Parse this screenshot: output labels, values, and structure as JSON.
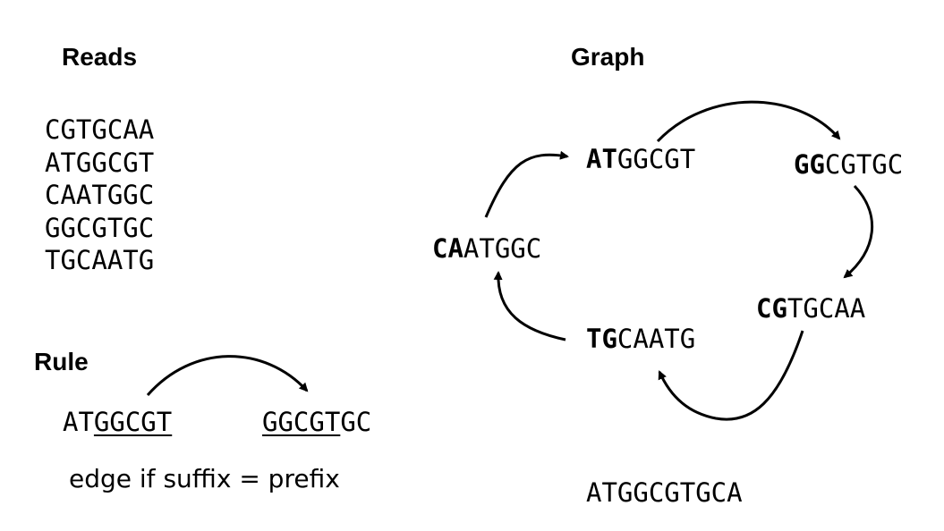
{
  "reads": {
    "title": "Reads",
    "items": [
      "CGTGCAA",
      "ATGGCGT",
      "CAATGGC",
      "GGCGTGC",
      "TGCAATG"
    ]
  },
  "rule": {
    "title": "Rule",
    "left": {
      "prefix": "AT",
      "suffix": "GGCGT"
    },
    "right": {
      "prefix": "GGCGT",
      "suffix": "GC"
    },
    "caption": "edge if suffix = prefix"
  },
  "graph": {
    "title": "Graph",
    "nodes": {
      "ATGGCGT": {
        "bold": "AT",
        "rest": "GGCGT"
      },
      "GGCGTGC": {
        "bold": "GG",
        "rest": "CGTGC"
      },
      "CGTGCAA": {
        "bold": "CG",
        "rest": "TGCAA"
      },
      "TGCAATG": {
        "bold": "TG",
        "rest": "CAATG"
      },
      "CAATGGC": {
        "bold": "CA",
        "rest": "ATGGC"
      }
    },
    "edges": [
      [
        "ATGGCGT",
        "GGCGTGC"
      ],
      [
        "GGCGTGC",
        "CGTGCAA"
      ],
      [
        "CGTGCAA",
        "TGCAATG"
      ],
      [
        "TGCAATG",
        "CAATGGC"
      ],
      [
        "CAATGGC",
        "ATGGCGT"
      ]
    ],
    "result": "ATGGCGTGCA"
  }
}
